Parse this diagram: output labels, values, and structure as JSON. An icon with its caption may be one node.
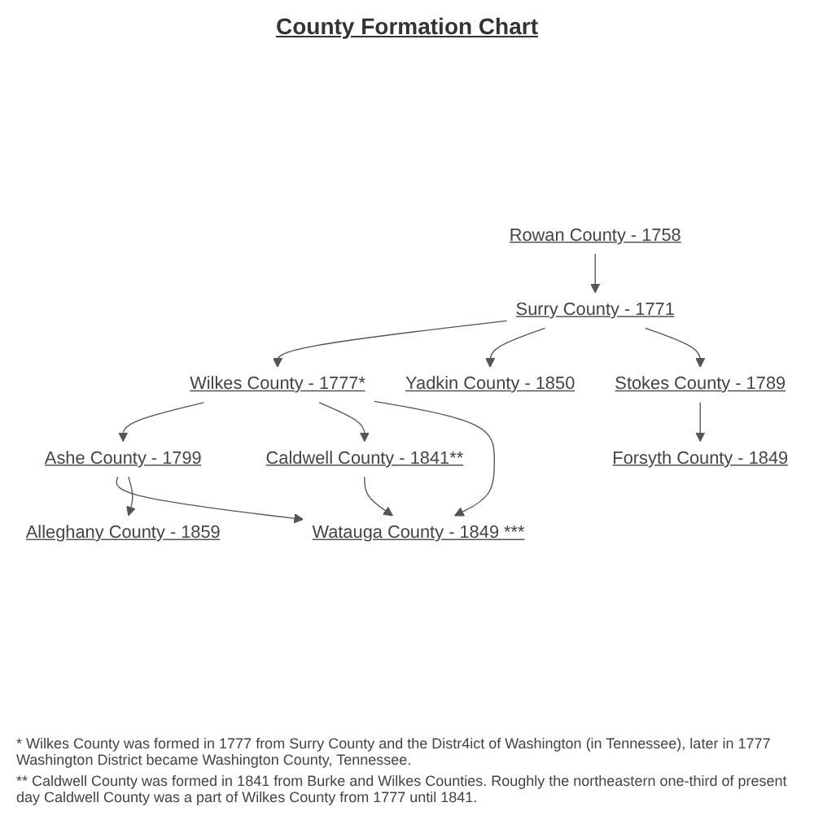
{
  "diagram": {
    "title": "County Formation Chart",
    "nodes": [
      {
        "text": [
          "Rowan County - 1758"
        ]
      },
      {
        "text": [
          "Surry County - 1771"
        ]
      },
      {
        "text": [
          "Wilkes County - 1777*"
        ]
      },
      {
        "text": [
          "Stokes County - 1789"
        ]
      },
      {
        "text": [
          "Ashe County - 1799"
        ]
      },
      {
        "text": [
          "Caldwell County - 1841**"
        ]
      },
      {
        "text": [
          "Watauga County - 1849 ***"
        ]
      },
      {
        "text": [
          "Yadkin County - 1850"
        ]
      },
      {
        "text": [
          "Forsyth County - 1849"
        ]
      },
      {
        "text": [
          "Alleghany County - 1859"
        ]
      }
    ],
    "edges": [
      {
        "from": 0,
        "to": 1,
        "arrow": "to"
      },
      {
        "from": 1,
        "to": 2,
        "arrow": "to"
      },
      {
        "from": 1,
        "to": 7,
        "arrow": "to"
      },
      {
        "from": 1,
        "to": 3,
        "arrow": "to"
      },
      {
        "from": 2,
        "to": 4,
        "arrow": "to"
      },
      {
        "from": 2,
        "to": 5,
        "arrow": "to"
      },
      {
        "from": 2,
        "to": 6,
        "arrow": "to"
      },
      {
        "from": 4,
        "to": 6,
        "arrow": "to"
      },
      {
        "from": 5,
        "to": 6,
        "arrow": "to"
      },
      {
        "from": 4,
        "to": 9,
        "arrow": "to"
      },
      {
        "from": 3,
        "to": 8,
        "arrow": "to"
      }
    ],
    "labels": [
      "* Wilkes County was formed in 1777 from Surry County and the Distr4ict of Washington (in Tennessee), later in 1777 Washington District became Washington County, Tennessee.",
      "** Caldwell County was formed in 1841 from Burke and Wilkes Counties.  Roughly the northeastern one-third of present day Caldwell County was a part of Wilkes County from 1777 until 1841."
    ]
  }
}
